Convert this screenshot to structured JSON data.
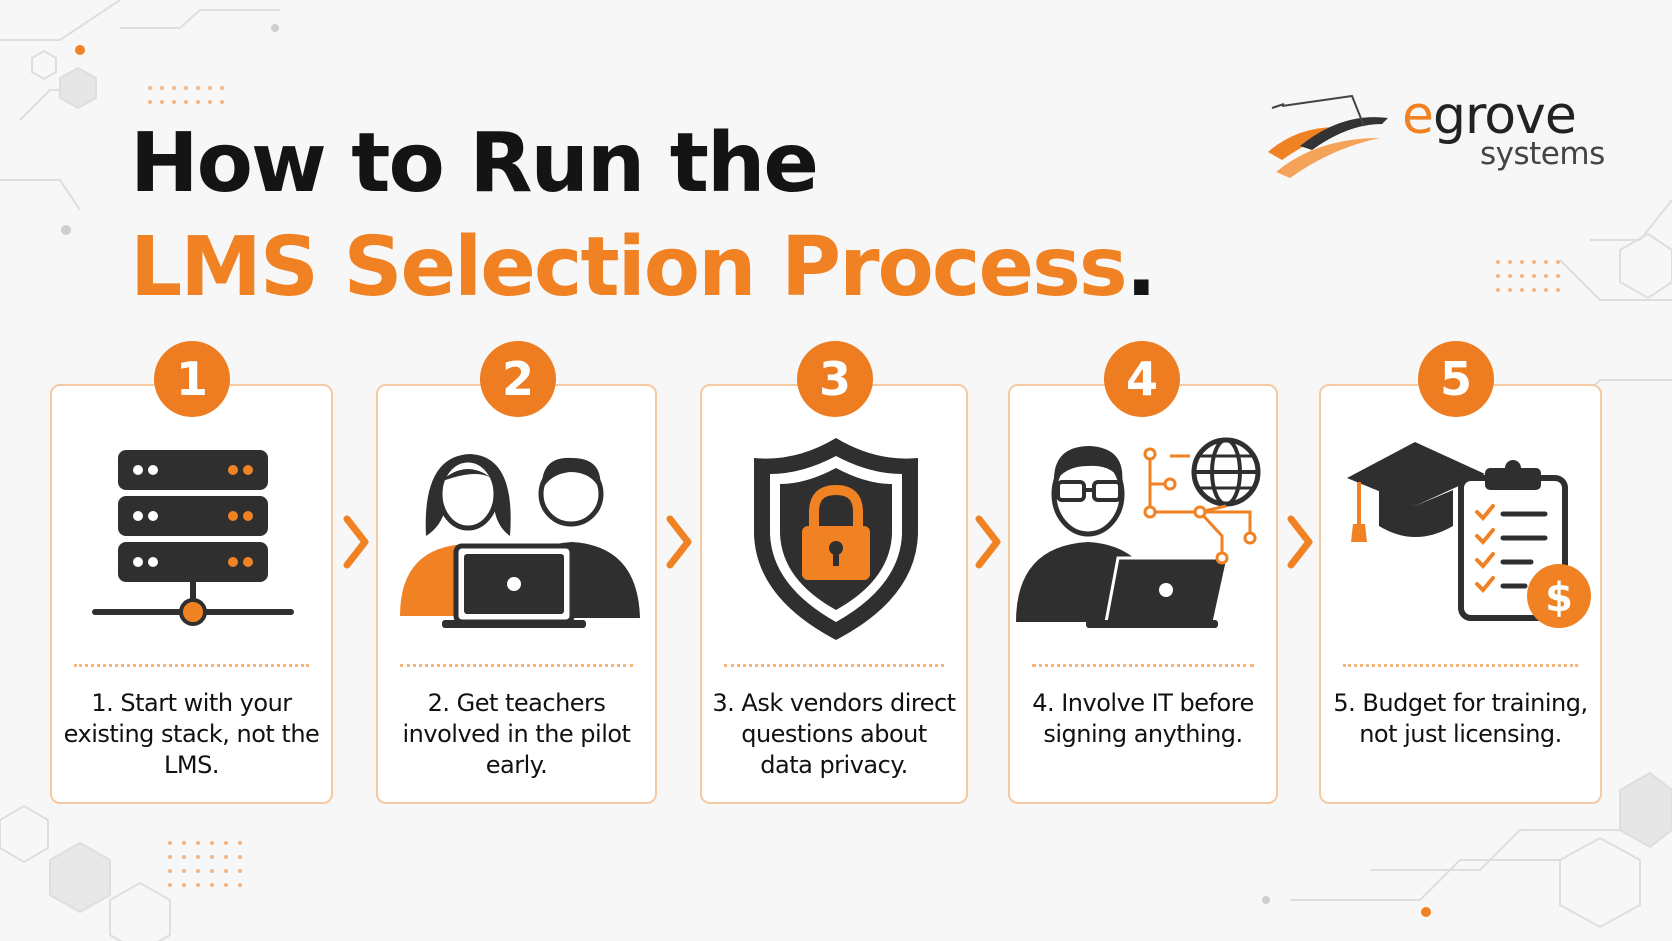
{
  "title": {
    "line1": "How to Run the",
    "line2": "LMS Selection Process",
    "end_mark": "."
  },
  "brand": {
    "name_e": "e",
    "name_rest": "grove",
    "sub": "systems"
  },
  "colors": {
    "accent": "#ee7d22",
    "dark": "#2f2f2f",
    "background": "#f7f7f7"
  },
  "steps": [
    {
      "number": "1",
      "text": "1. Start with your existing stack, not the LMS.",
      "icon": "server-stack-icon"
    },
    {
      "number": "2",
      "text": "2. Get teachers involved in the pilot early.",
      "icon": "teachers-laptop-icon"
    },
    {
      "number": "3",
      "text": "3. Ask vendors direct questions about data privacy.",
      "icon": "shield-lock-icon"
    },
    {
      "number": "4",
      "text": "4. Involve IT before signing anything.",
      "icon": "it-network-icon"
    },
    {
      "number": "5",
      "text": "5. Budget for training, not just licensing.",
      "icon": "graduation-budget-icon"
    }
  ]
}
